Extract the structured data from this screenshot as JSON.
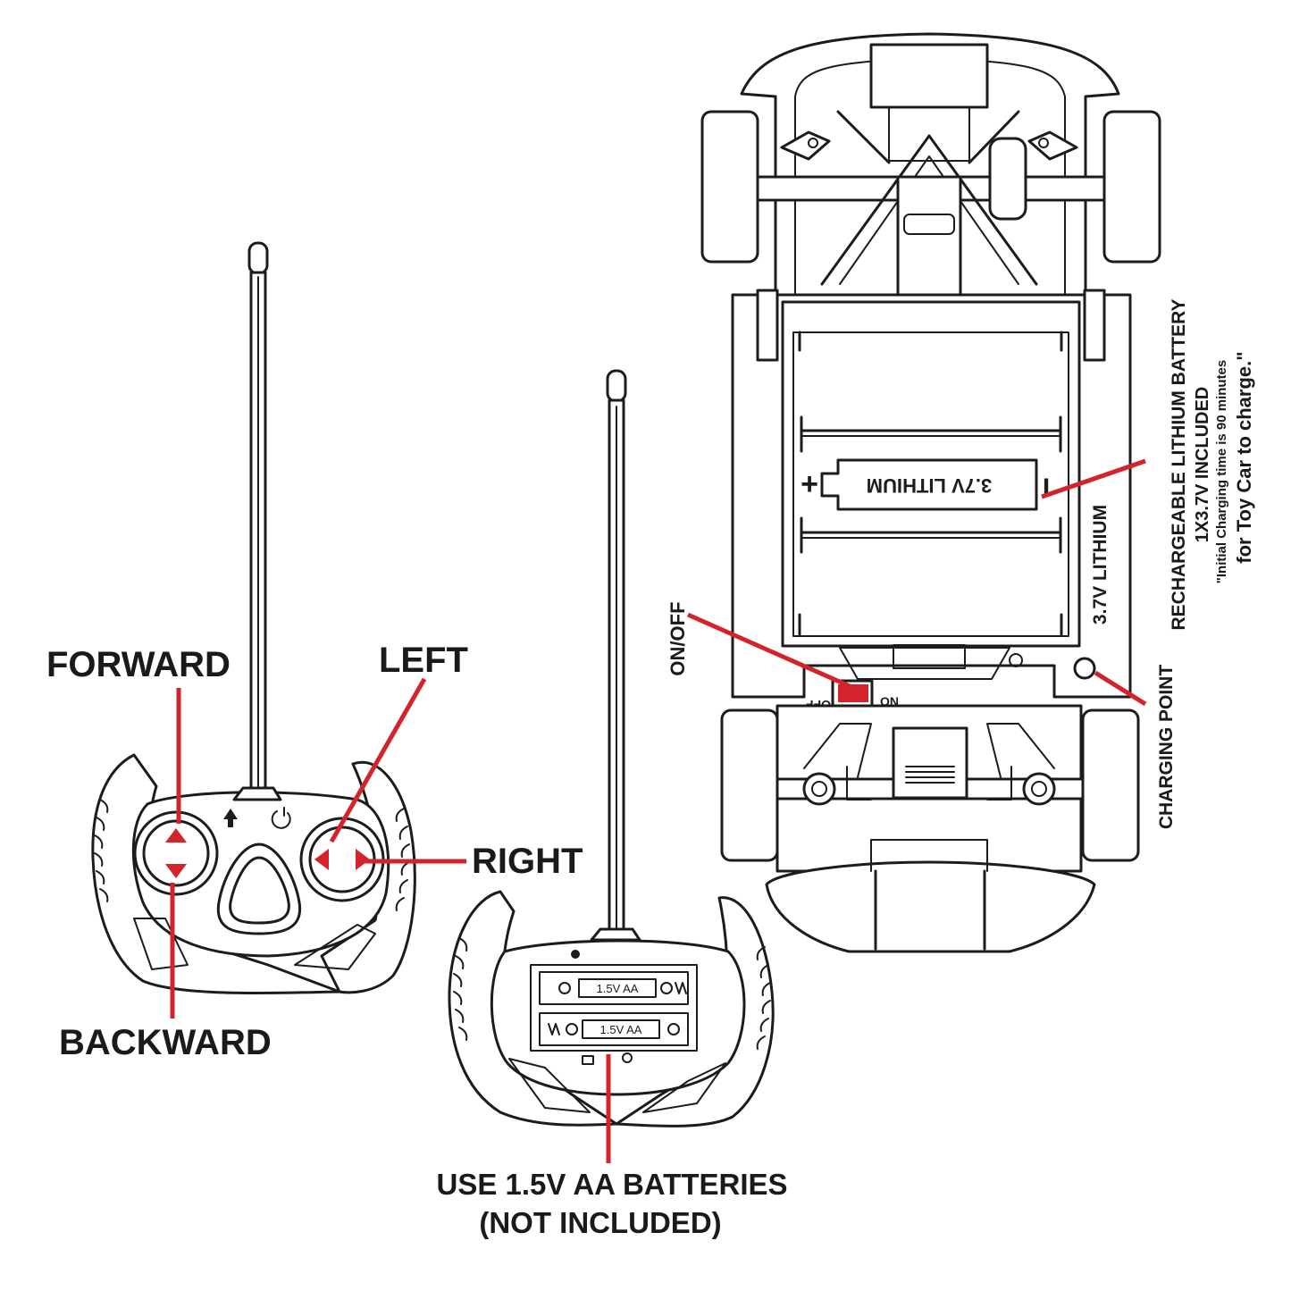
{
  "labels": {
    "forward": "FORWARD",
    "backward": "BACKWARD",
    "left": "LEFT",
    "right": "RIGHT",
    "use_batteries_line1": "USE 1.5V AA BATTERIES",
    "use_batteries_line2": "(NOT INCLUDED)",
    "on_off": "ON/OFF",
    "charging_point": "CHARGING POINT",
    "rechargeable_line1": "RECHARGEABLE LITHIUM BATTERY",
    "rechargeable_line2": "1X3.7V INCLUDED",
    "rechargeable_line3": "\"Initial Charging time is 90 minutes",
    "rechargeable_line4": "for Toy Car to charge.\"",
    "lithium_side": "3.7V LITHIUM",
    "battery_cell_text": "3.7V LITHIUM",
    "battery_plus": "+",
    "battery_minus": "I",
    "aa_cell_1": "1.5V AA",
    "aa_cell_2": "1.5V AA",
    "switch_on": "ON",
    "switch_off": "OFF"
  },
  "colors": {
    "accent_red": "#d3232b",
    "ink": "#1c1c1c",
    "background": "#ffffff"
  },
  "icons": [
    "up-arrow-icon",
    "down-arrow-icon",
    "left-arrow-icon",
    "right-arrow-icon",
    "turbo-icon",
    "power-icon"
  ]
}
